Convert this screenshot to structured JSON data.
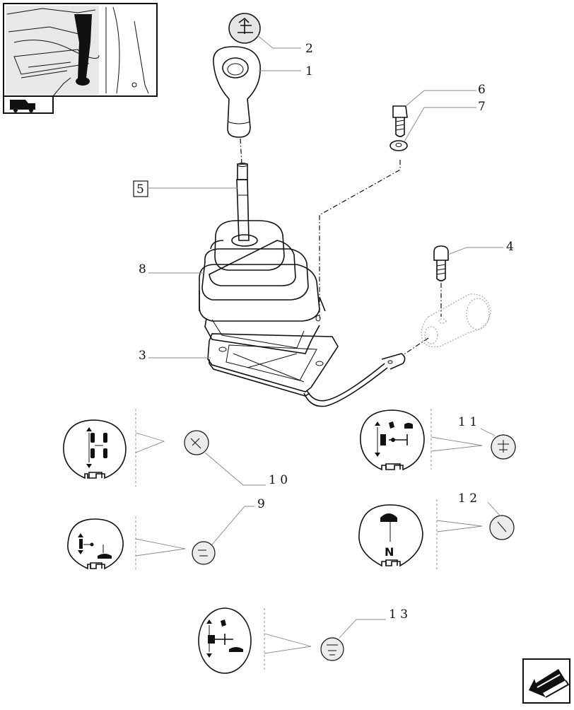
{
  "labels": {
    "l1": "1",
    "l2": "2",
    "l3": "3",
    "l4": "4",
    "l5": "5",
    "l6": "6",
    "l7": "7",
    "l8": "8",
    "l9": "9",
    "l10": "1 0",
    "l11": "1 1",
    "l12": "1 2",
    "l13": "1 3"
  },
  "decal_text": {
    "neutral": "N"
  },
  "icons": {
    "thumbnail": "tractor-cab-location-icon",
    "nav": "previous-page-arrow-icon"
  }
}
